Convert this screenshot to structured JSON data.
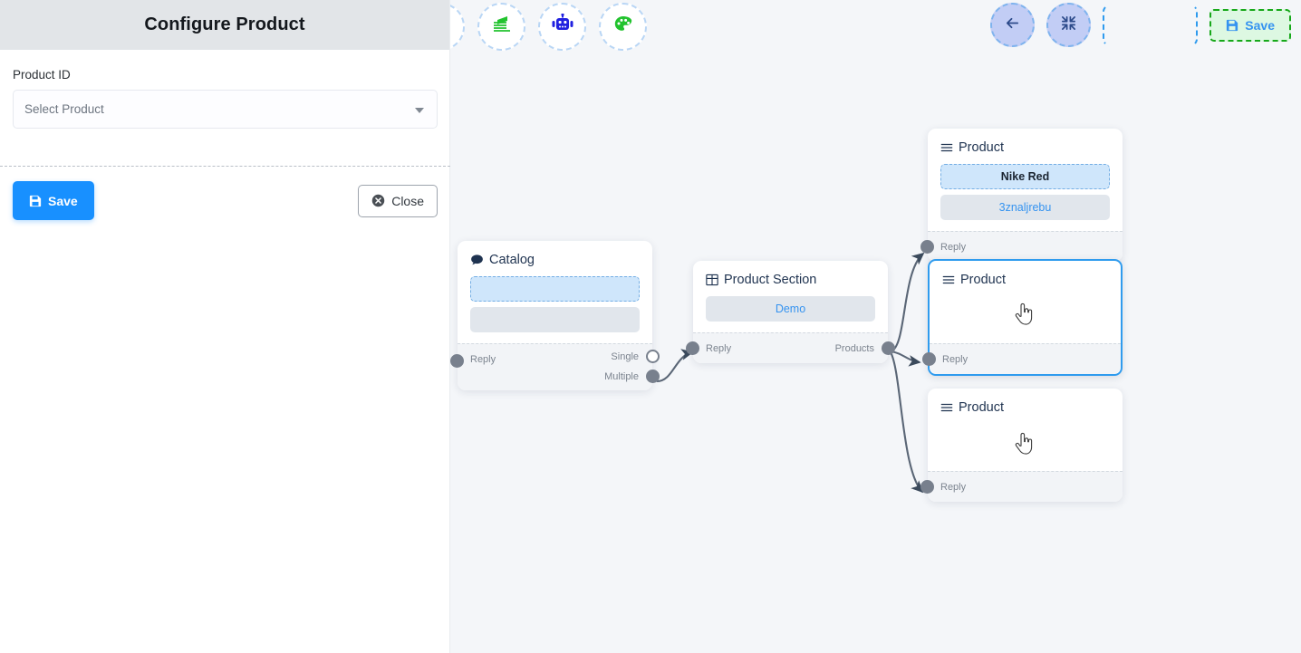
{
  "panel": {
    "title": "Configure Product",
    "field_label": "Product ID",
    "select_placeholder": "Select Product",
    "save_label": "Save",
    "close_label": "Close",
    "save_icon": "floppy-disk-icon",
    "close_icon": "close-circle-icon",
    "caret_icon": "chevron-down-icon"
  },
  "toolbar": {
    "left_tools": [
      {
        "name": "stack-icon",
        "color": "#22c32e"
      },
      {
        "name": "robot-icon",
        "color": "#2020e0"
      },
      {
        "name": "palette-icon",
        "color": "#22c32e"
      }
    ],
    "right_tools": [
      {
        "name": "back-arrow-icon"
      },
      {
        "name": "compress-icon"
      }
    ],
    "placeholder_label": "",
    "save_label": "Save",
    "save_icon": "floppy-disk-icon",
    "save_accent": "#3593f0",
    "save_border": "#17a81a",
    "save_fill": "#ddf8e2"
  },
  "nodes": [
    {
      "id": "catalog",
      "title": "Catalog",
      "icon": "comment-icon",
      "blocks": [
        {
          "style": "dashed",
          "text": ""
        },
        {
          "style": "solid",
          "text": ""
        }
      ],
      "in_port": "Reply",
      "out_ports": [
        "Single",
        "Multiple"
      ]
    },
    {
      "id": "product-section",
      "title": "Product Section",
      "icon": "table-icon",
      "blocks": [
        {
          "style": "solid",
          "text": "Demo"
        }
      ],
      "in_port": "Reply",
      "out_ports": [
        "Products"
      ]
    },
    {
      "id": "product-1",
      "title": "Product",
      "icon": "list-icon",
      "blocks": [
        {
          "style": "dashed",
          "text": "Nike Red"
        },
        {
          "style": "solid",
          "text": "3znaljrebu"
        }
      ],
      "in_port": "Reply",
      "out_ports": []
    },
    {
      "id": "product-2",
      "title": "Product",
      "icon": "list-icon",
      "blocks": [],
      "in_port": "Reply",
      "out_ports": [],
      "selected": true
    },
    {
      "id": "product-3",
      "title": "Product",
      "icon": "list-icon",
      "blocks": [],
      "in_port": "Reply",
      "out_ports": []
    }
  ],
  "colors": {
    "canvas_bg": "#f4f6f9",
    "panel_header_bg": "#e2e5e8",
    "primary": "#1890ff",
    "edge": "#5a6676",
    "selected_border": "#2f9bee"
  }
}
